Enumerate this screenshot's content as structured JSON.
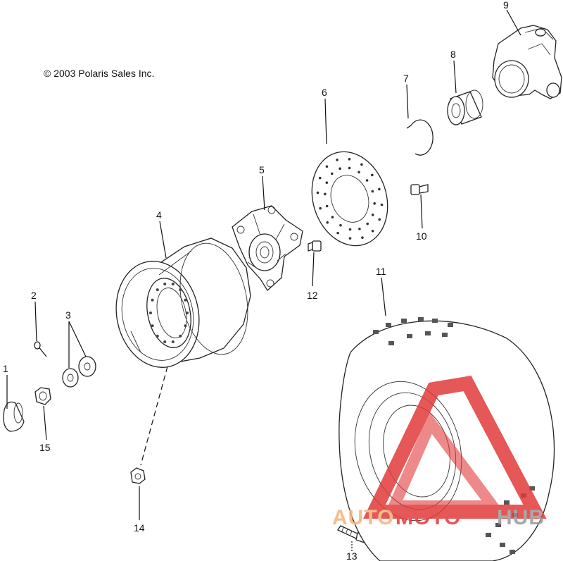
{
  "copyright": "© 2003 Polaris Sales Inc.",
  "callouts": [
    "1",
    "2",
    "3",
    "4",
    "5",
    "6",
    "7",
    "8",
    "9",
    "10",
    "11",
    "12",
    "13",
    "14",
    "15"
  ],
  "parts": [
    {
      "number": "1",
      "icon": "hub-cap-icon"
    },
    {
      "number": "2",
      "icon": "cotter-pin-icon"
    },
    {
      "number": "3",
      "icon": "washer-icon"
    },
    {
      "number": "4",
      "icon": "wheel-rim-icon"
    },
    {
      "number": "5",
      "icon": "wheel-hub-icon"
    },
    {
      "number": "6",
      "icon": "brake-disc-icon"
    },
    {
      "number": "7",
      "icon": "retaining-ring-icon"
    },
    {
      "number": "8",
      "icon": "bearing-icon"
    },
    {
      "number": "9",
      "icon": "bearing-carrier-icon"
    },
    {
      "number": "10",
      "icon": "bolt-icon"
    },
    {
      "number": "11",
      "icon": "tire-icon"
    },
    {
      "number": "12",
      "icon": "bolt-icon"
    },
    {
      "number": "13",
      "icon": "wheel-stud-icon"
    },
    {
      "number": "14",
      "icon": "lug-nut-icon"
    },
    {
      "number": "15",
      "icon": "castle-nut-icon"
    }
  ],
  "watermark": {
    "part1": "AUTO",
    "part2": "MOTO",
    "part3": "HUB",
    "color_orange": "#f3b37a",
    "color_red": "#e23a3a",
    "color_grey": "#9a9a9a"
  }
}
